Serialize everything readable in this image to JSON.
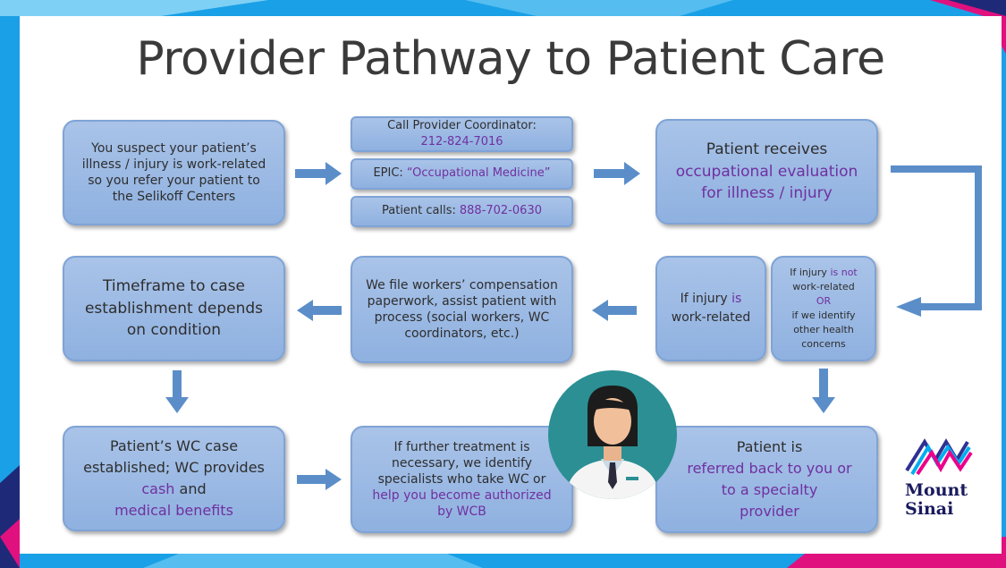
{
  "title": "Provider Pathway to Patient Care",
  "steps": {
    "suspect": "You suspect your patient’s illness / injury is work-related so you refer your patient to the Selikoff Centers",
    "call_label": "Call Provider Coordinator:",
    "call_phone": "212-824-7016",
    "epic_label": "EPIC:",
    "epic_value": "“Occupational Medicine”",
    "patient_calls_label": "Patient calls:",
    "patient_calls_phone": "888-702-0630",
    "receives_a": "Patient receives",
    "receives_b": "occupational evaluation",
    "receives_c": "for illness / injury",
    "timeframe": "Timeframe to case establishment depends on condition",
    "file": "We file workers’ compensation paperwork, assist patient with process (social workers, WC coordinators, etc.)",
    "work_a": "If injury",
    "work_is": "is",
    "work_b": "work-related",
    "notwork_a": "If injury",
    "notwork_isnot": "is not",
    "notwork_b": "work-related",
    "notwork_or": "OR",
    "notwork_c": "if we identify other health concerns",
    "established_a": "Patient’s WC case established; WC provides",
    "established_cash": "cash",
    "established_and": "and",
    "established_benefits": "medical benefits",
    "further_a": "If further treatment is necessary, we identify specialists who take WC or",
    "further_b": "help you become authorized",
    "further_c": "by WCB",
    "referred_a": "Patient is",
    "referred_b": "referred back to you or to a specialty",
    "referred_c": "provider"
  },
  "logo": {
    "line1": "Mount",
    "line2": "Sinai"
  },
  "colors": {
    "box": "#8fb1e0",
    "arrow": "#5b8ec9",
    "highlight": "#7030a0",
    "frame_blue": "#1aa0e6",
    "frame_magenta": "#e0117f"
  }
}
